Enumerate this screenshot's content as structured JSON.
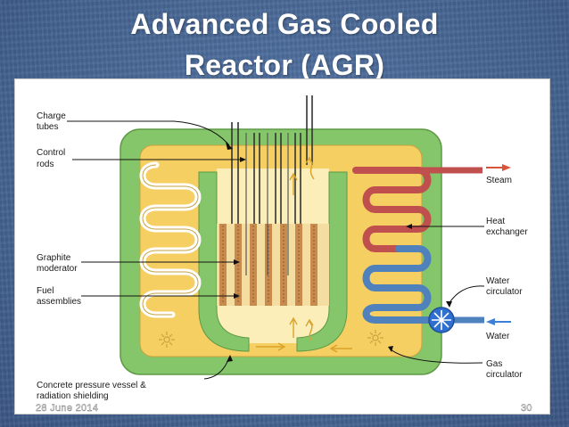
{
  "slide": {
    "title_line1": "Advanced Gas Cooled",
    "title_line2": "Reactor (AGR)",
    "date": "28 June 2014",
    "page_number": "30"
  },
  "diagram": {
    "labels": {
      "charge_tubes_1": "Charge",
      "charge_tubes_2": "tubes",
      "control_rods_1": "Control",
      "control_rods_2": "rods",
      "graphite_moderator_1": "Graphite",
      "graphite_moderator_2": "moderator",
      "fuel_assemblies_1": "Fuel",
      "fuel_assemblies_2": "assemblies",
      "concrete_1": "Concrete pressure vessel &",
      "concrete_2": "radiation shielding",
      "steam": "Steam",
      "heat_exchanger_1": "Heat",
      "heat_exchanger_2": "exchanger",
      "water_circulator_1": "Water",
      "water_circulator_2": "circulator",
      "water": "Water",
      "gas_circulator_1": "Gas",
      "gas_circulator_2": "circulator"
    },
    "colors": {
      "concrete_shield": "#86c66a",
      "pressure_vessel": "#f6cf63",
      "core_fill": "#fbeeb8",
      "graphite": "#c98a4d",
      "hot_pipe": "#c0504d",
      "cold_pipe": "#4f81bd",
      "water_arrow": "#3d7fd6",
      "steam_arrow": "#d8553c",
      "gas_flow_arrows": "#d9a22a"
    }
  }
}
